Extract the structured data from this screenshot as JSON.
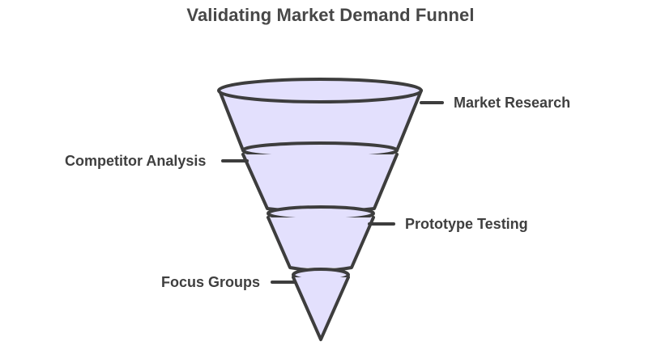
{
  "title": "Validating Market Demand Funnel",
  "colors": {
    "fill": "#e3e0fd",
    "outline": "#3d3d3d",
    "text": "#3f3f3f"
  },
  "stages": [
    {
      "label": "Market Research"
    },
    {
      "label": "Competitor Analysis"
    },
    {
      "label": "Prototype Testing"
    },
    {
      "label": "Focus Groups"
    }
  ]
}
